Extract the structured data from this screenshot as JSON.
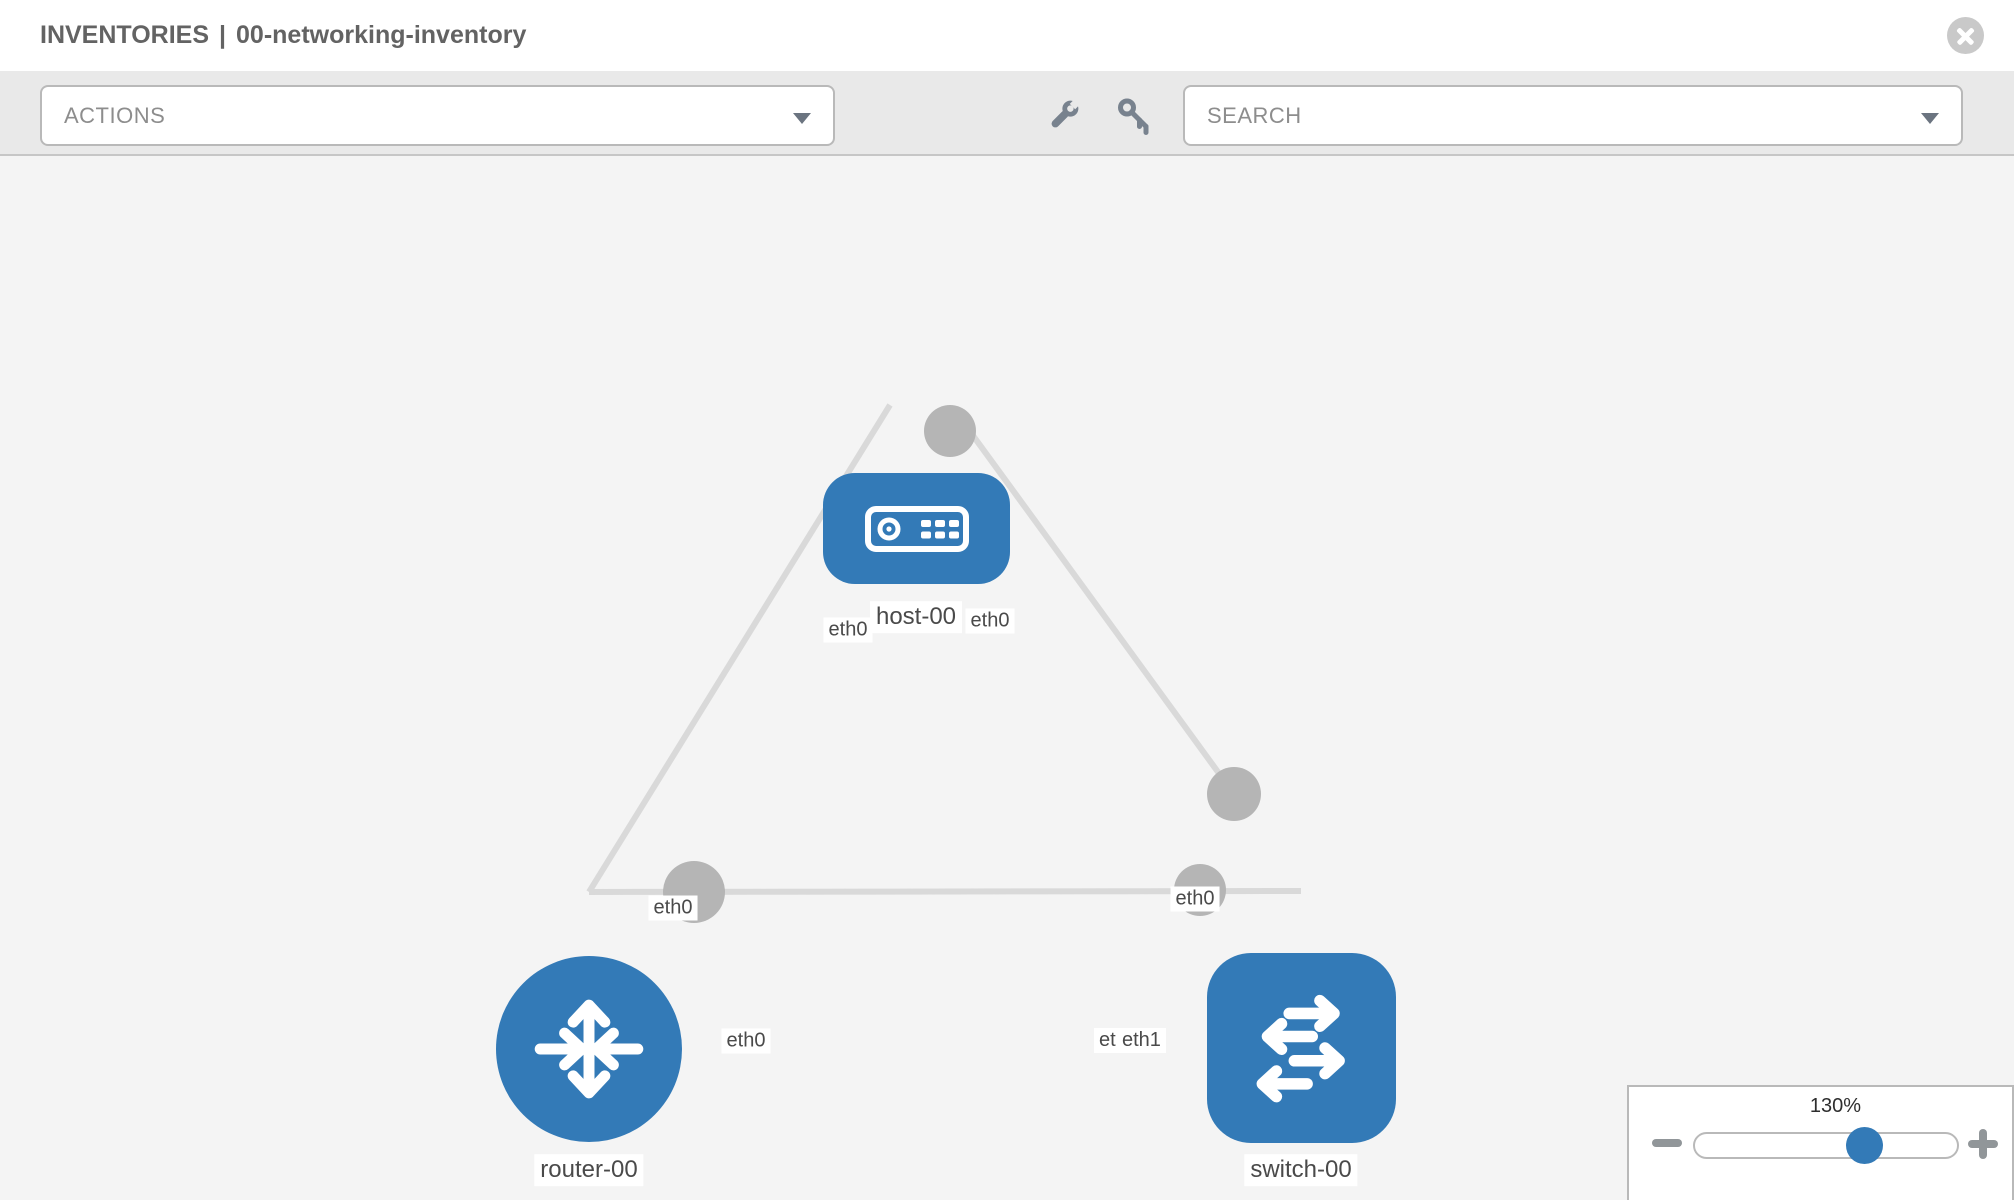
{
  "header": {
    "section": "INVENTORIES",
    "divider": "|",
    "inventory_name": "00-networking-inventory"
  },
  "toolbar": {
    "actions_label": "ACTIONS",
    "search_label": "SEARCH",
    "icons": [
      "wrench-icon",
      "key-icon"
    ]
  },
  "topology": {
    "nodes": [
      {
        "id": "host-00",
        "type": "host",
        "label": "host-00"
      },
      {
        "id": "router-00",
        "type": "router",
        "label": "router-00"
      },
      {
        "id": "switch-00",
        "type": "switch",
        "label": "switch-00"
      }
    ],
    "links": [
      {
        "source": "host-00",
        "target": "router-00",
        "source_interface": "eth0",
        "target_interface": "eth0"
      },
      {
        "source": "host-00",
        "target": "switch-00",
        "source_interface": "eth0",
        "target_interface": "eth0"
      },
      {
        "source": "router-00",
        "target": "switch-00",
        "source_interface": "eth0",
        "target_interface": "eth1"
      }
    ],
    "interface_chips": {
      "host_left": "eth0",
      "host_right": "eth0",
      "edge_router_mid": "eth0",
      "edge_switch_mid": "eth0",
      "router_port": "eth0",
      "switch_port_hidden": "eth0",
      "switch_port": "eth1"
    }
  },
  "zoom_control": {
    "level": "130%",
    "minus_icon": "minus",
    "plus_icon": "plus"
  },
  "colors": {
    "node_fill": "#337ab7",
    "port_fill": "#b5b5b5",
    "edge_stroke": "#d9d9d9",
    "canvas_bg": "#f4f4f4",
    "toolbar_bg": "#e9e9e9",
    "chip_text": "#4a4a4a"
  }
}
